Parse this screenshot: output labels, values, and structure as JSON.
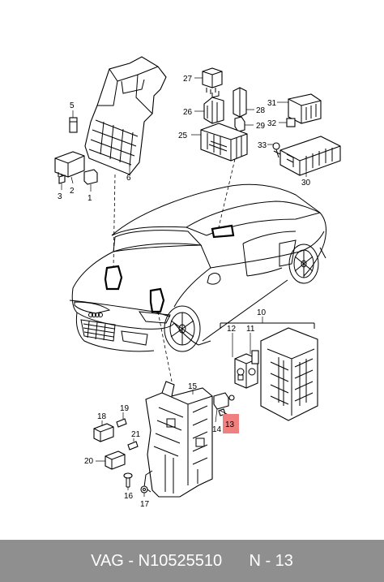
{
  "callouts": {
    "n1": "1",
    "n2": "2",
    "n3": "3",
    "n5": "5",
    "n6": "6",
    "n10": "10",
    "n11": "11",
    "n12": "12",
    "n13": "13",
    "n14": "14",
    "n15": "15",
    "n16": "16",
    "n17": "17",
    "n18": "18",
    "n19": "19",
    "n20": "20",
    "n21": "21",
    "n25": "25",
    "n26": "26",
    "n27": "27",
    "n28": "28",
    "n29": "29",
    "n30": "30",
    "n31": "31",
    "n32": "32",
    "n33": "33"
  },
  "highlight_color": "#f08080",
  "footer": {
    "brand": "VAG",
    "separator": "-",
    "part_number": "N10525510",
    "position_label": "N - 13"
  }
}
